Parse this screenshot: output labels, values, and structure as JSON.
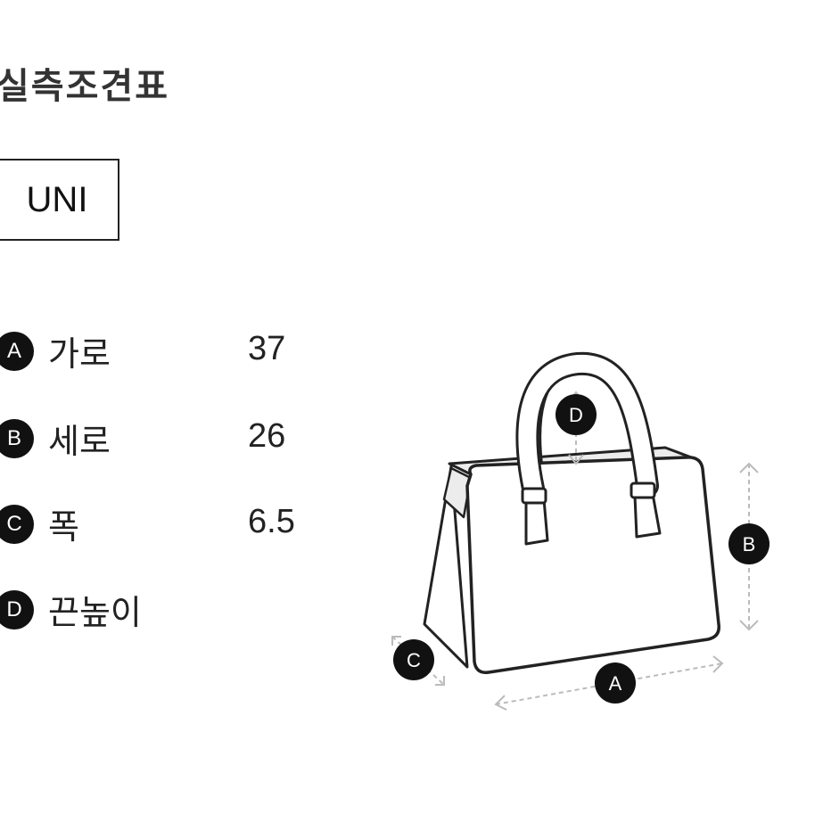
{
  "header": {
    "title": "실측조견표"
  },
  "size": {
    "label": "UNI"
  },
  "measurements": [
    {
      "key": "A",
      "name": "가로",
      "value": "37"
    },
    {
      "key": "B",
      "name": "세로",
      "value": "26"
    },
    {
      "key": "C",
      "name": "폭",
      "value": "6.5"
    },
    {
      "key": "D",
      "name": "끈높이",
      "value": ""
    }
  ],
  "diagram": {
    "icon": "handbag-icon",
    "markers": {
      "a": "A",
      "b": "B",
      "c": "C",
      "d": "D"
    }
  }
}
